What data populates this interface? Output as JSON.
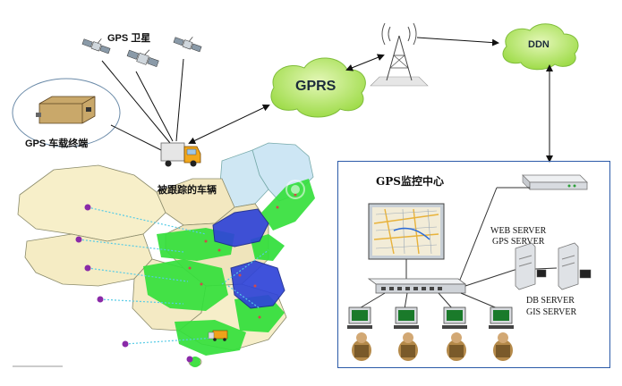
{
  "labels": {
    "gps_satellite": "GPS 卫星",
    "gps_terminal": "GPS  车载终端",
    "tracked_vehicle": "被跟踪的车辆",
    "gprs": "GPRS",
    "ddn": "DDN",
    "monitoring_center": "GPS监控中心",
    "web_server": "WEB SERVER",
    "gps_server": "GPS SERVER",
    "db_server": "DB SERVER",
    "gis_server": "GIS SERVER"
  },
  "colors": {
    "cloud_green": "#b8e86a",
    "coverage_green": "#2ee23a",
    "coverage_blue": "#2f44d8",
    "map_tan": "#f6eec8",
    "map_lightblue": "#c9e3f2",
    "box_border": "#2b5aa8",
    "dashed_link": "#5fd0e8"
  },
  "icons": [
    "satellite-icon",
    "gps-terminal-icon",
    "truck-icon",
    "antenna-tower-icon",
    "router-icon",
    "hub-icon",
    "server-icon",
    "monitor-icon",
    "operator-icon",
    "map-screen-icon"
  ]
}
